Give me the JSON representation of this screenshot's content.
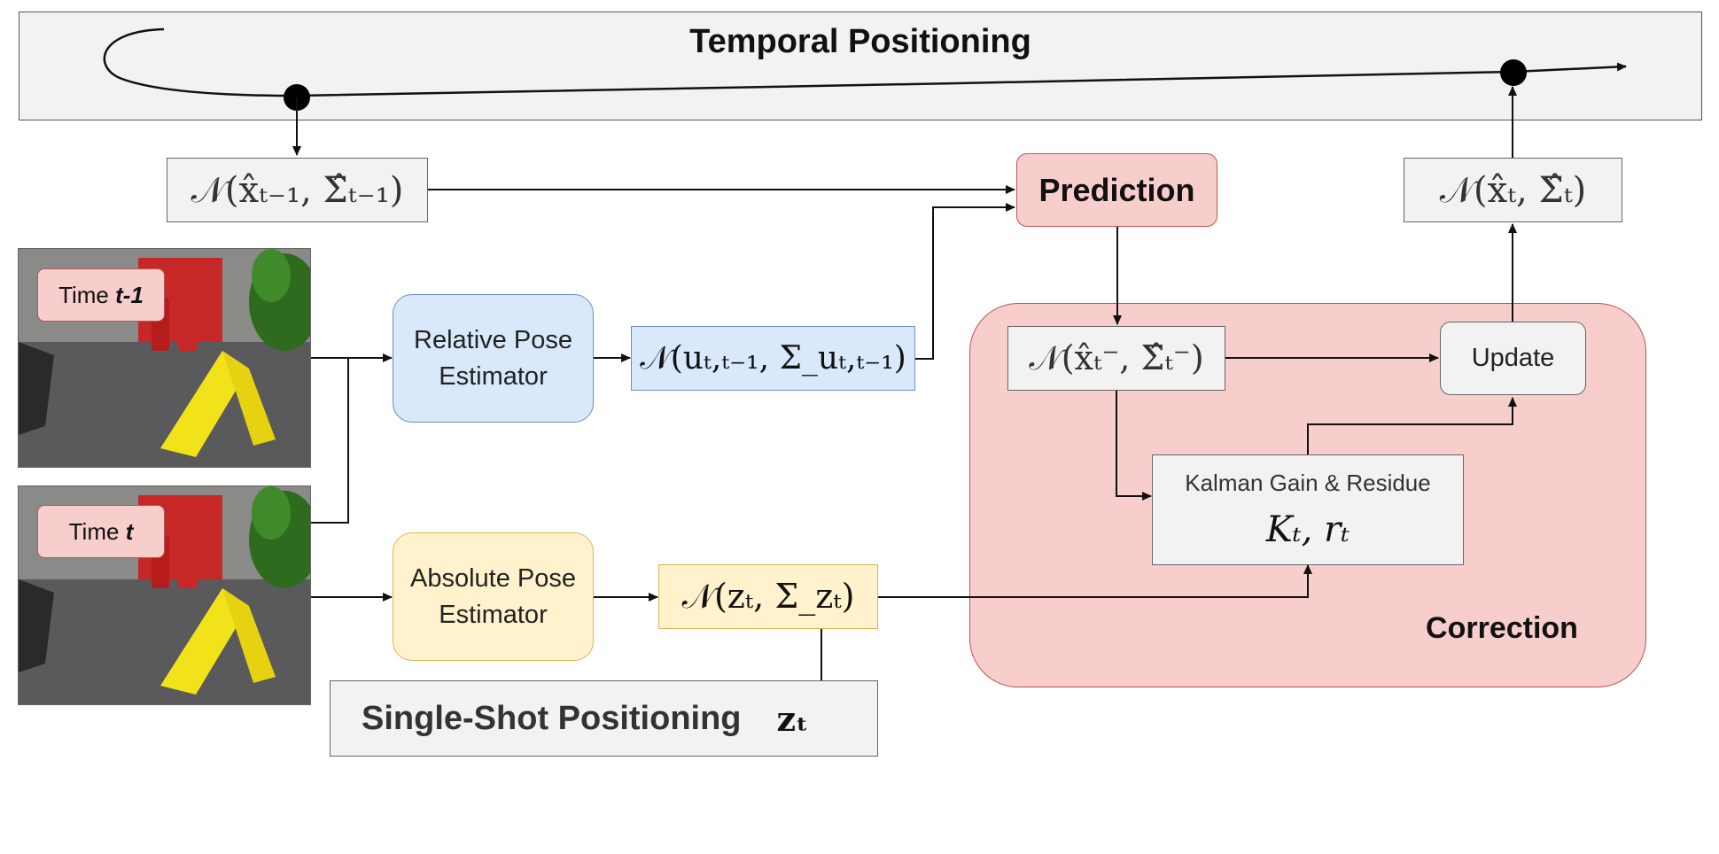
{
  "temporal": {
    "title": "Temporal Positioning"
  },
  "nodes": {
    "prev_state": "𝒩(x̂ₜ₋₁, Σ̂ₜ₋₁)",
    "prediction": "Prediction",
    "new_state": "𝒩(x̂ₜ, Σ̂ₜ)",
    "relative_estimator": "Relative Pose Estimator",
    "relative_output": "𝒩(uₜ,ₜ₋₁, Σ_uₜ,ₜ₋₁)",
    "absolute_estimator": "Absolute Pose Estimator",
    "absolute_output": "𝒩(zₜ, Σ_zₜ)",
    "predicted_state": "𝒩(x̂ₜ⁻, Σ̂ₜ⁻)",
    "update": "Update",
    "kalman_title": "Kalman Gain & Residue",
    "kalman_vars": "Kₜ, rₜ",
    "correction": "Correction"
  },
  "images": [
    {
      "label_prefix": "Time ",
      "label_var": "t-1"
    },
    {
      "label_prefix": "Time ",
      "label_var": "t"
    }
  ],
  "single_shot": {
    "title": "Single-Shot Positioning",
    "var": "zₜ"
  },
  "colors": {
    "gray_fill": "#f2f2f2",
    "pink_fill": "#f8cecc",
    "pink_stroke": "#b85450",
    "blue_fill": "#dae8fc",
    "blue_stroke": "#6c8ebf",
    "yellow_fill": "#fff2cc",
    "yellow_stroke": "#d6b656"
  }
}
